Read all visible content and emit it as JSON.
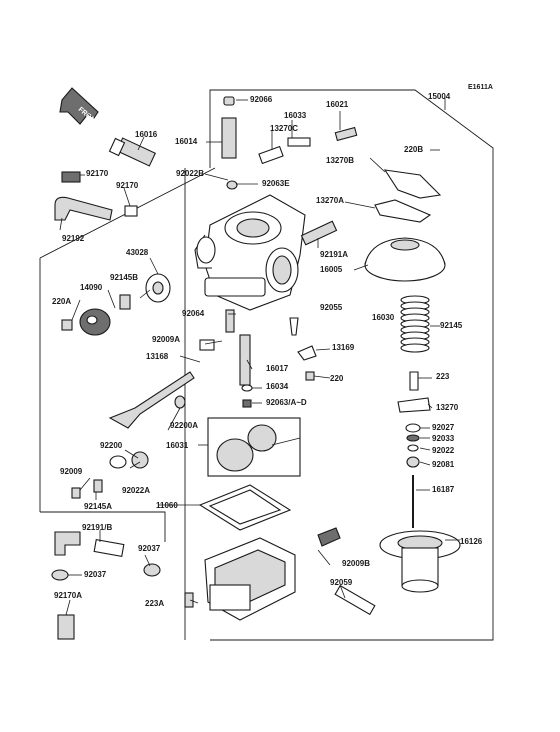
{
  "diagram_code": "E1611A",
  "front_label": "FRONT",
  "parts": [
    {
      "id": "p15004",
      "label": "15004"
    },
    {
      "id": "p92066",
      "label": "92066"
    },
    {
      "id": "p16021",
      "label": "16021"
    },
    {
      "id": "p16033",
      "label": "16033"
    },
    {
      "id": "p16016",
      "label": "16016"
    },
    {
      "id": "p16014",
      "label": "16014"
    },
    {
      "id": "p13270c",
      "label": "13270C"
    },
    {
      "id": "p220b",
      "label": "220B"
    },
    {
      "id": "p13270b",
      "label": "13270B"
    },
    {
      "id": "p92170a_top",
      "label": "92170"
    },
    {
      "id": "p92022b",
      "label": "92022B"
    },
    {
      "id": "p92063e",
      "label": "92063E"
    },
    {
      "id": "p92170b_top",
      "label": "92170"
    },
    {
      "id": "p13270a",
      "label": "13270A"
    },
    {
      "id": "p92192",
      "label": "92192"
    },
    {
      "id": "p43028",
      "label": "43028"
    },
    {
      "id": "p92191a",
      "label": "92191A"
    },
    {
      "id": "p14090",
      "label": "14090"
    },
    {
      "id": "p92145b",
      "label": "92145B"
    },
    {
      "id": "p16005",
      "label": "16005"
    },
    {
      "id": "p220a",
      "label": "220A"
    },
    {
      "id": "p92064",
      "label": "92064"
    },
    {
      "id": "p92055",
      "label": "92055"
    },
    {
      "id": "p16030",
      "label": "16030"
    },
    {
      "id": "p92145",
      "label": "92145"
    },
    {
      "id": "p92009a",
      "label": "92009A"
    },
    {
      "id": "p13169",
      "label": "13169"
    },
    {
      "id": "p13168",
      "label": "13168"
    },
    {
      "id": "p16017",
      "label": "16017"
    },
    {
      "id": "p220",
      "label": "220"
    },
    {
      "id": "p223",
      "label": "223"
    },
    {
      "id": "p16034",
      "label": "16034"
    },
    {
      "id": "p92063ad",
      "label": "92063/A~D"
    },
    {
      "id": "p13270",
      "label": "13270"
    },
    {
      "id": "p92200a",
      "label": "92200A"
    },
    {
      "id": "p92027",
      "label": "92027"
    },
    {
      "id": "p16031",
      "label": "16031"
    },
    {
      "id": "p92033",
      "label": "92033"
    },
    {
      "id": "p92200",
      "label": "92200"
    },
    {
      "id": "p92022",
      "label": "92022"
    },
    {
      "id": "p92081",
      "label": "92081"
    },
    {
      "id": "p92009",
      "label": "92009"
    },
    {
      "id": "p92022a",
      "label": "92022A"
    },
    {
      "id": "p16187",
      "label": "16187"
    },
    {
      "id": "p92145a",
      "label": "92145A"
    },
    {
      "id": "p11060",
      "label": "11060"
    },
    {
      "id": "p92191b",
      "label": "92191/B"
    },
    {
      "id": "p16126",
      "label": "16126"
    },
    {
      "id": "p92037_r",
      "label": "92037"
    },
    {
      "id": "p92009b",
      "label": "92009B"
    },
    {
      "id": "p92037_l",
      "label": "92037"
    },
    {
      "id": "p92059",
      "label": "92059"
    },
    {
      "id": "p92170a",
      "label": "92170A"
    },
    {
      "id": "p223a",
      "label": "223A"
    }
  ]
}
